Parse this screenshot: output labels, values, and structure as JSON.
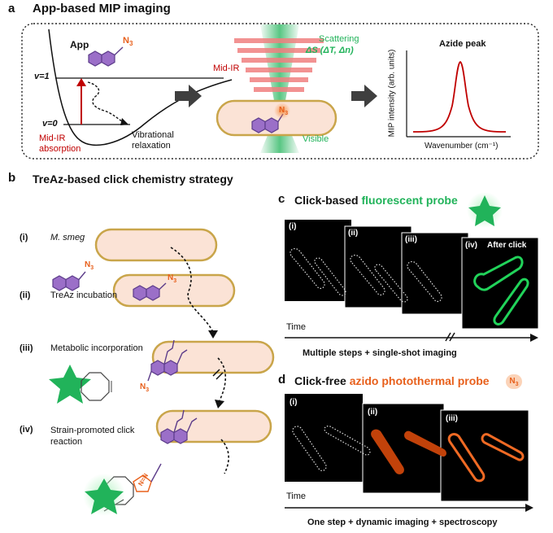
{
  "panel_a": {
    "letter": "a",
    "title": "App-based MIP imaging",
    "app_label": "App",
    "n3": "N",
    "n3_sub": "3",
    "v1": "v=1",
    "v0": "v=0",
    "midir_absorption": [
      "Mid-IR",
      "absorption"
    ],
    "vibrational_relaxation": [
      "Vibrational",
      "relaxation"
    ],
    "midir": "Mid-IR",
    "scattering": "Scattering",
    "delta_s": "ΔS (ΔT, Δn)",
    "visible": "Visible",
    "plot_title": "Azide peak",
    "plot_xlabel": "Wavenumber (cm⁻¹)",
    "plot_ylabel": "MIP intensity (arb. units)"
  },
  "panel_b": {
    "letter": "b",
    "title": "TreAz-based click chemistry strategy",
    "steps": [
      {
        "num": "(i)",
        "label": "M. smeg"
      },
      {
        "num": "(ii)",
        "label": "TreAz incubation"
      },
      {
        "num": "(iii)",
        "label": "Metabolic incorporation"
      },
      {
        "num": "(iv)",
        "label": "Strain-promoted click reaction"
      }
    ],
    "n3": "N",
    "n3_sub": "3",
    "triazole": "N=N"
  },
  "panel_c": {
    "letter": "c",
    "title_prefix": "Click-based ",
    "title_highlight": "fluorescent probe",
    "frames": [
      "(i)",
      "(ii)",
      "(iii)",
      "(iv)"
    ],
    "after_click": "After click",
    "time": "Time",
    "caption": "Multiple steps + single-shot imaging"
  },
  "panel_d": {
    "letter": "d",
    "title_prefix": "Click-free ",
    "title_highlight": "azido photothermal probe",
    "badge": "N",
    "badge_sub": "3",
    "frames": [
      "(i)",
      "(ii)",
      "(iii)"
    ],
    "time": "Time",
    "caption": "One step + dynamic imaging + spectroscopy"
  },
  "colors": {
    "red": "#c00000",
    "orange": "#e8601c",
    "green": "#21b35a",
    "purple": "#7d4fb3",
    "cell_fill": "#fbe3d6",
    "cell_stroke": "#c9a54a"
  }
}
